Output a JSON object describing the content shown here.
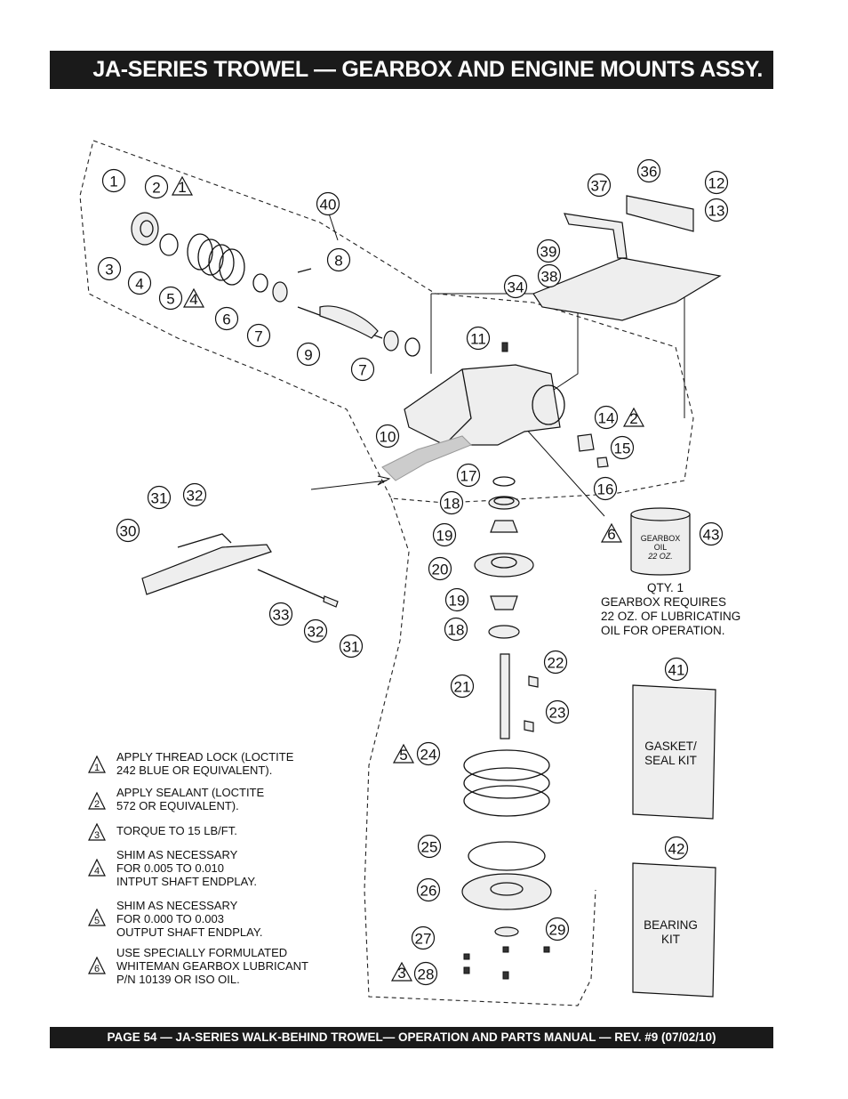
{
  "header": {
    "title": "JA-SERIES TROWEL — GEARBOX AND ENGINE MOUNTS ASSY."
  },
  "footer": {
    "text": "PAGE 54 — JA-SERIES  WALK-BEHIND TROWEL— OPERATION AND PARTS MANUAL — REV. #9 (07/02/10)"
  },
  "callouts": [
    "1",
    "2",
    "3",
    "4",
    "5",
    "6",
    "7",
    "8",
    "9",
    "10",
    "11",
    "12",
    "13",
    "14",
    "15",
    "16",
    "17",
    "18",
    "19",
    "20",
    "21",
    "22",
    "23",
    "24",
    "25",
    "26",
    "27",
    "28",
    "29",
    "30",
    "31",
    "32",
    "33",
    "34",
    "36",
    "37",
    "38",
    "39",
    "40",
    "41",
    "42",
    "43"
  ],
  "flags": [
    "1",
    "2",
    "3",
    "4",
    "5",
    "6"
  ],
  "notes": [
    {
      "num": "1",
      "text": "APPLY THREAD LOCK (LOCTITE\n242 BLUE OR EQUIVALENT)."
    },
    {
      "num": "2",
      "text": "APPLY SEALANT (LOCTITE\n572 OR EQUIVALENT)."
    },
    {
      "num": "3",
      "text": "TORQUE TO 15 LB/FT."
    },
    {
      "num": "4",
      "text": "SHIM AS NECESSARY\nFOR 0.005 TO 0.010\nINTPUT SHAFT ENDPLAY."
    },
    {
      "num": "5",
      "text": "SHIM AS NECESSARY\nFOR 0.000 TO 0.003\nOUTPUT SHAFT ENDPLAY."
    },
    {
      "num": "6",
      "text": "USE SPECIALLY FORMULATED\nWHITEMAN GEARBOX LUBRICANT\nP/N 10139 OR ISO OIL."
    }
  ],
  "oil_can": {
    "label_line1": "GEARBOX",
    "label_line2": "OIL",
    "label_line3": "22 OZ."
  },
  "gearbox_note": {
    "qty": "QTY. 1",
    "line1": "GEARBOX REQUIRES",
    "line2": "22 OZ. OF LUBRICATING",
    "line3": "OIL FOR OPERATION."
  },
  "kits": {
    "gasket_line1": "GASKET/",
    "gasket_line2": "SEAL KIT",
    "bearing_line1": "BEARING",
    "bearing_line2": "KIT"
  }
}
